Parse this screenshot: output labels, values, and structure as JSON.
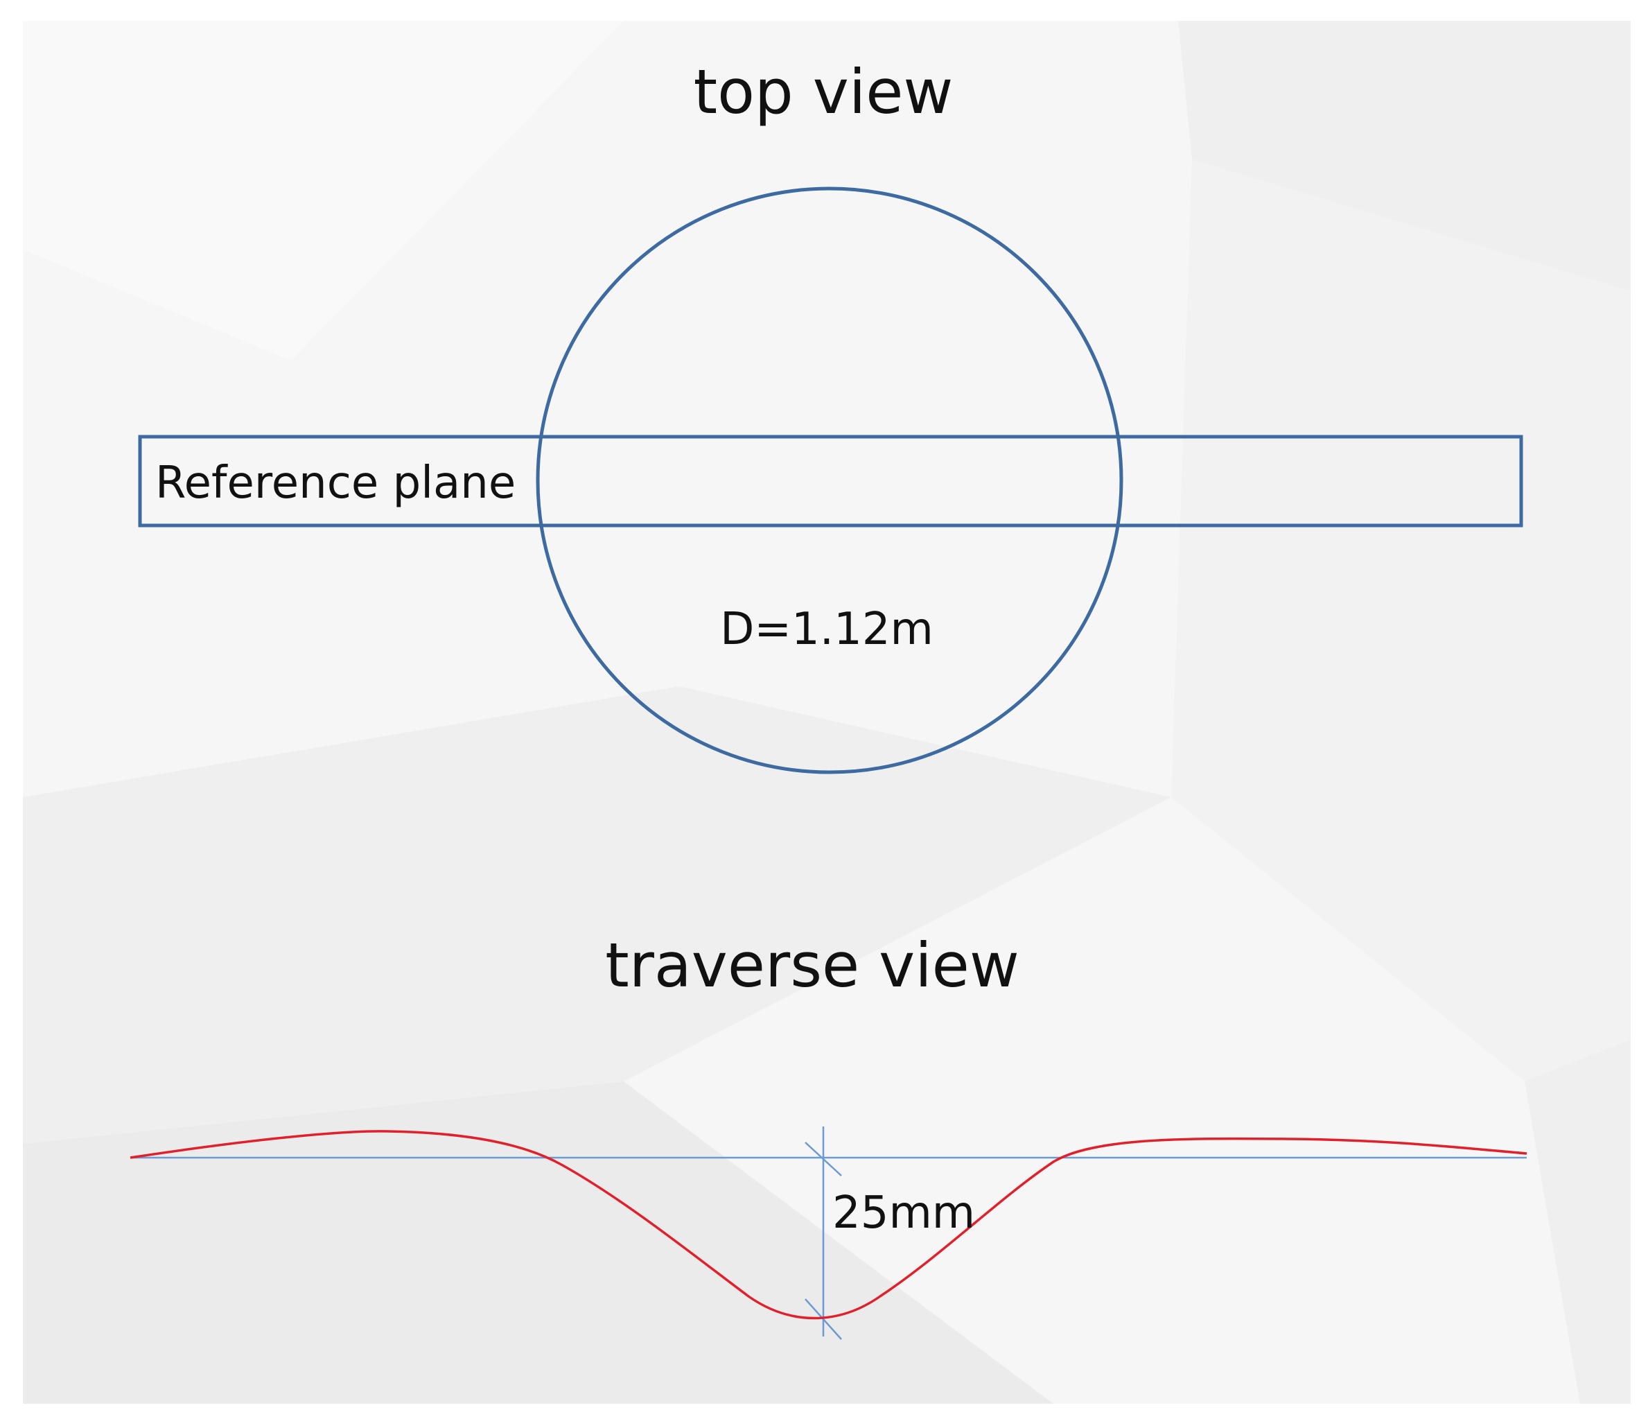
{
  "top_view": {
    "title": "top view",
    "plane_label": "Reference plane",
    "diameter_label": "D=1.12m"
  },
  "traverse_view": {
    "title": "traverse view",
    "depth_label": "25mm"
  },
  "colors": {
    "outline": "#3d6aa0",
    "dimension_line": "#6d9bd1",
    "profile_curve": "#e0212b",
    "background": "#f6f6f6"
  }
}
